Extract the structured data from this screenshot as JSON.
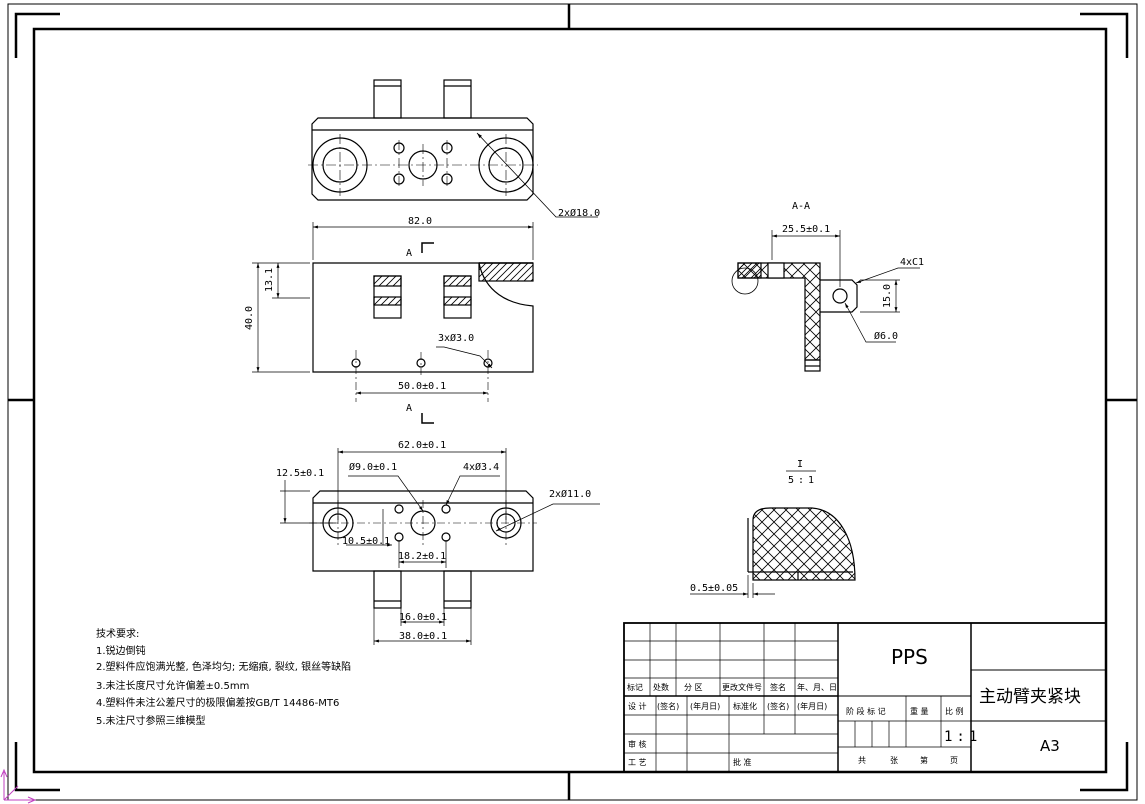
{
  "front_view": {
    "callout_holes": "2xØ18.0"
  },
  "section_view": {
    "width": "82.0",
    "height": "40.0",
    "dim_13": "13.1",
    "section_mark_top": "A",
    "section_mark_bottom": "A",
    "holes_note": "3xØ3.0",
    "pitch": "50.0±0.1"
  },
  "bottom_view": {
    "span": "62.0±0.1",
    "offset": "12.5±0.1",
    "center_bore": "Ø9.0±0.1",
    "small_holes": "4xØ3.4",
    "big_holes": "2xØ11.0",
    "pitch_x": "10.5±0.1",
    "pitch_y": "18.2±0.1",
    "tab_inner": "16.0±0.1",
    "tab_outer": "38.0±0.1"
  },
  "detail_aa": {
    "title": "A-A",
    "width": "25.5±0.1",
    "chamfer": "4xC1",
    "height": "15.0",
    "hole": "Ø6.0"
  },
  "detail_i": {
    "label": "I",
    "scale": "5:1",
    "thickness": "0.5±0.05"
  },
  "notes": {
    "title": "技术要求:",
    "items": [
      "1.锐边倒钝",
      "2.塑料件应饱满光整, 色泽均匀; 无缩痕, 裂纹, 银丝等缺陷",
      "3.未注长度尺寸允许偏差±0.5mm",
      "4.塑料件未注公差尺寸的极限偏差按GB/T 14486-MT6",
      "5.未注尺寸参照三维模型"
    ]
  },
  "title_block": {
    "material": "PPS",
    "part_name": "主动臂夹紧块",
    "sheet_size": "A3",
    "scale_value": "1:1",
    "rev_headers": [
      "标记",
      "处数",
      "分 区",
      "更改文件号",
      "签名",
      "年、月、日"
    ],
    "design_row": [
      "设 计",
      "(签名)",
      "(年月日)",
      "标准化",
      "(签名)",
      "(年月日)"
    ],
    "stage_headers": [
      "阶 段 标 记",
      "重 量",
      "比 例"
    ],
    "review": "审 核",
    "process": "工 艺",
    "approve": "批 准",
    "sheets": [
      "共",
      "张",
      "第",
      "页"
    ]
  }
}
